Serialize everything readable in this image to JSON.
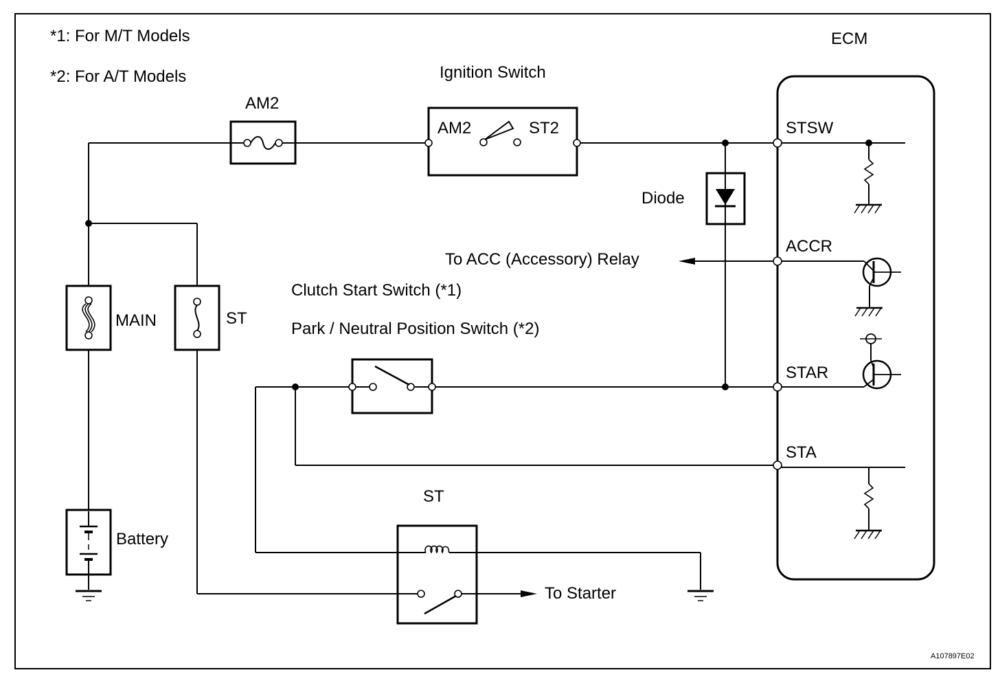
{
  "notes": {
    "note1": "*1: For M/T Models",
    "note2": "*2: For A/T Models"
  },
  "labels": {
    "ecm": "ECM",
    "ignition_switch": "Ignition Switch",
    "am2_fuse": "AM2",
    "ig_am2": "AM2",
    "ig_st2": "ST2",
    "stsw": "STSW",
    "diode": "Diode",
    "accr": "ACCR",
    "to_acc_relay": "To ACC (Accessory)  Relay",
    "clutch_switch": "Clutch Start Switch (*1)",
    "pnp_switch": "Park / Neutral Position Switch (*2)",
    "main_fuse": "MAIN",
    "st_fuse": "ST",
    "star": "STAR",
    "sta": "STA",
    "st_relay": "ST",
    "battery": "Battery",
    "to_starter": "To Starter",
    "figure_code": "A107897E02"
  }
}
